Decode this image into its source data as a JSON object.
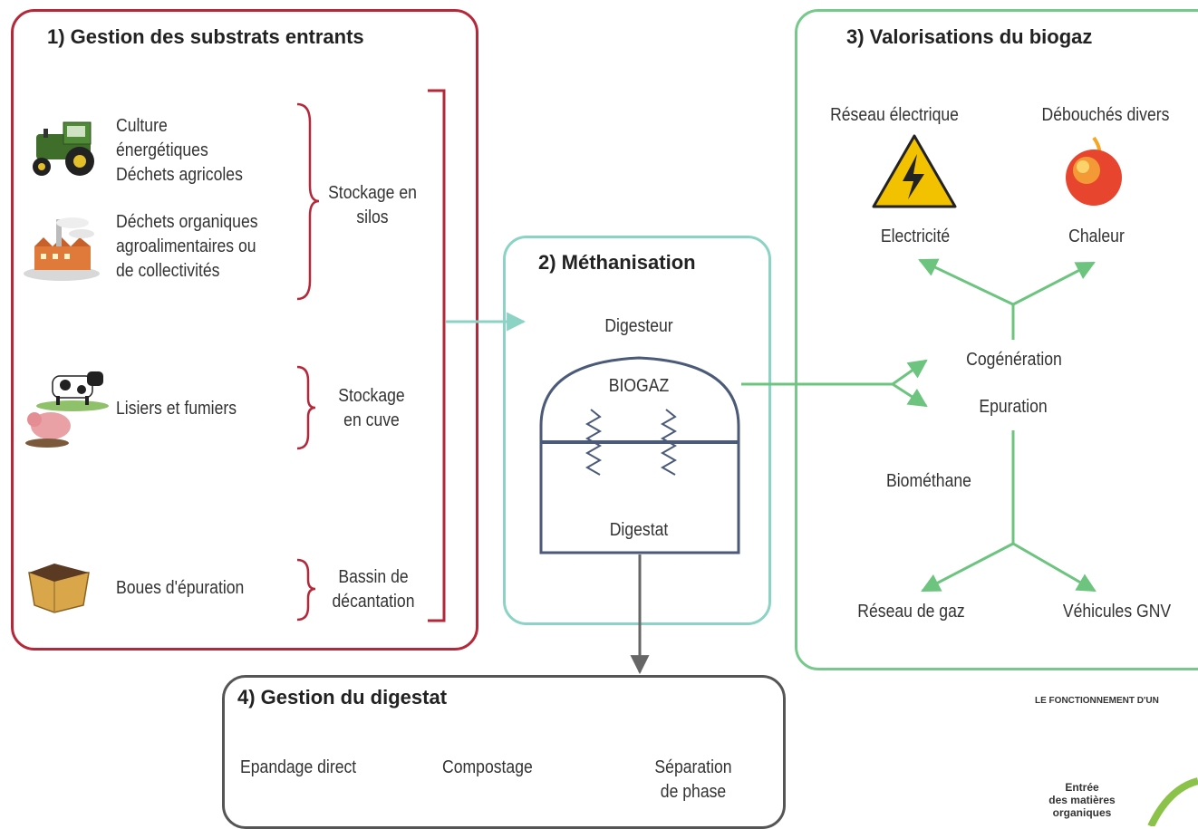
{
  "colors": {
    "substrats": "#b5283a",
    "methanisation": "#7fcfc1",
    "valorisation": "#77c98b",
    "digestat": "#555555",
    "flow_green": "#6cc47f",
    "flow_teal": "#8bd3c4"
  },
  "section1": {
    "title": "1) Gestion des substrats entrants",
    "items": [
      {
        "icon": "tractor-icon",
        "label": "Culture\nénergétiques\nDéchets agricoles"
      },
      {
        "icon": "factory-icon",
        "label": "Déchets organiques\nagroalimentaires ou\nde collectivités"
      },
      {
        "icon": "cow-pig-icon",
        "label": "Lisiers et fumiers"
      },
      {
        "icon": "sludge-tray-icon",
        "label": "Boues d'épuration"
      }
    ],
    "storage": [
      "Stockage en\nsilos",
      "Stockage\nen cuve",
      "Bassin de\ndécantation"
    ]
  },
  "section2": {
    "title": "2) Méthanisation",
    "digester": "Digesteur",
    "biogaz": "BIOGAZ",
    "digestat": "Digestat"
  },
  "section3": {
    "title": "3) Valorisations du biogaz",
    "reseau_electrique": "Réseau électrique",
    "debouches": "Débouchés divers",
    "electricite": "Electricité",
    "chaleur": "Chaleur",
    "cogeneration": "Cogénération",
    "epuration": "Epuration",
    "biomethane": "Biométhane",
    "reseau_gaz": "Réseau de gaz",
    "vehicules": "Véhicules GNV",
    "icons": [
      "high-voltage-warning-icon",
      "flame-ball-icon"
    ]
  },
  "section4": {
    "title": "4) Gestion du digestat",
    "items": [
      "Epandage direct",
      "Compostage",
      "Séparation\nde phase"
    ]
  },
  "cutoff": {
    "caption": "LE FONCTIONNEMENT D'UN",
    "entry": "Entrée\ndes matières\norganiques"
  }
}
